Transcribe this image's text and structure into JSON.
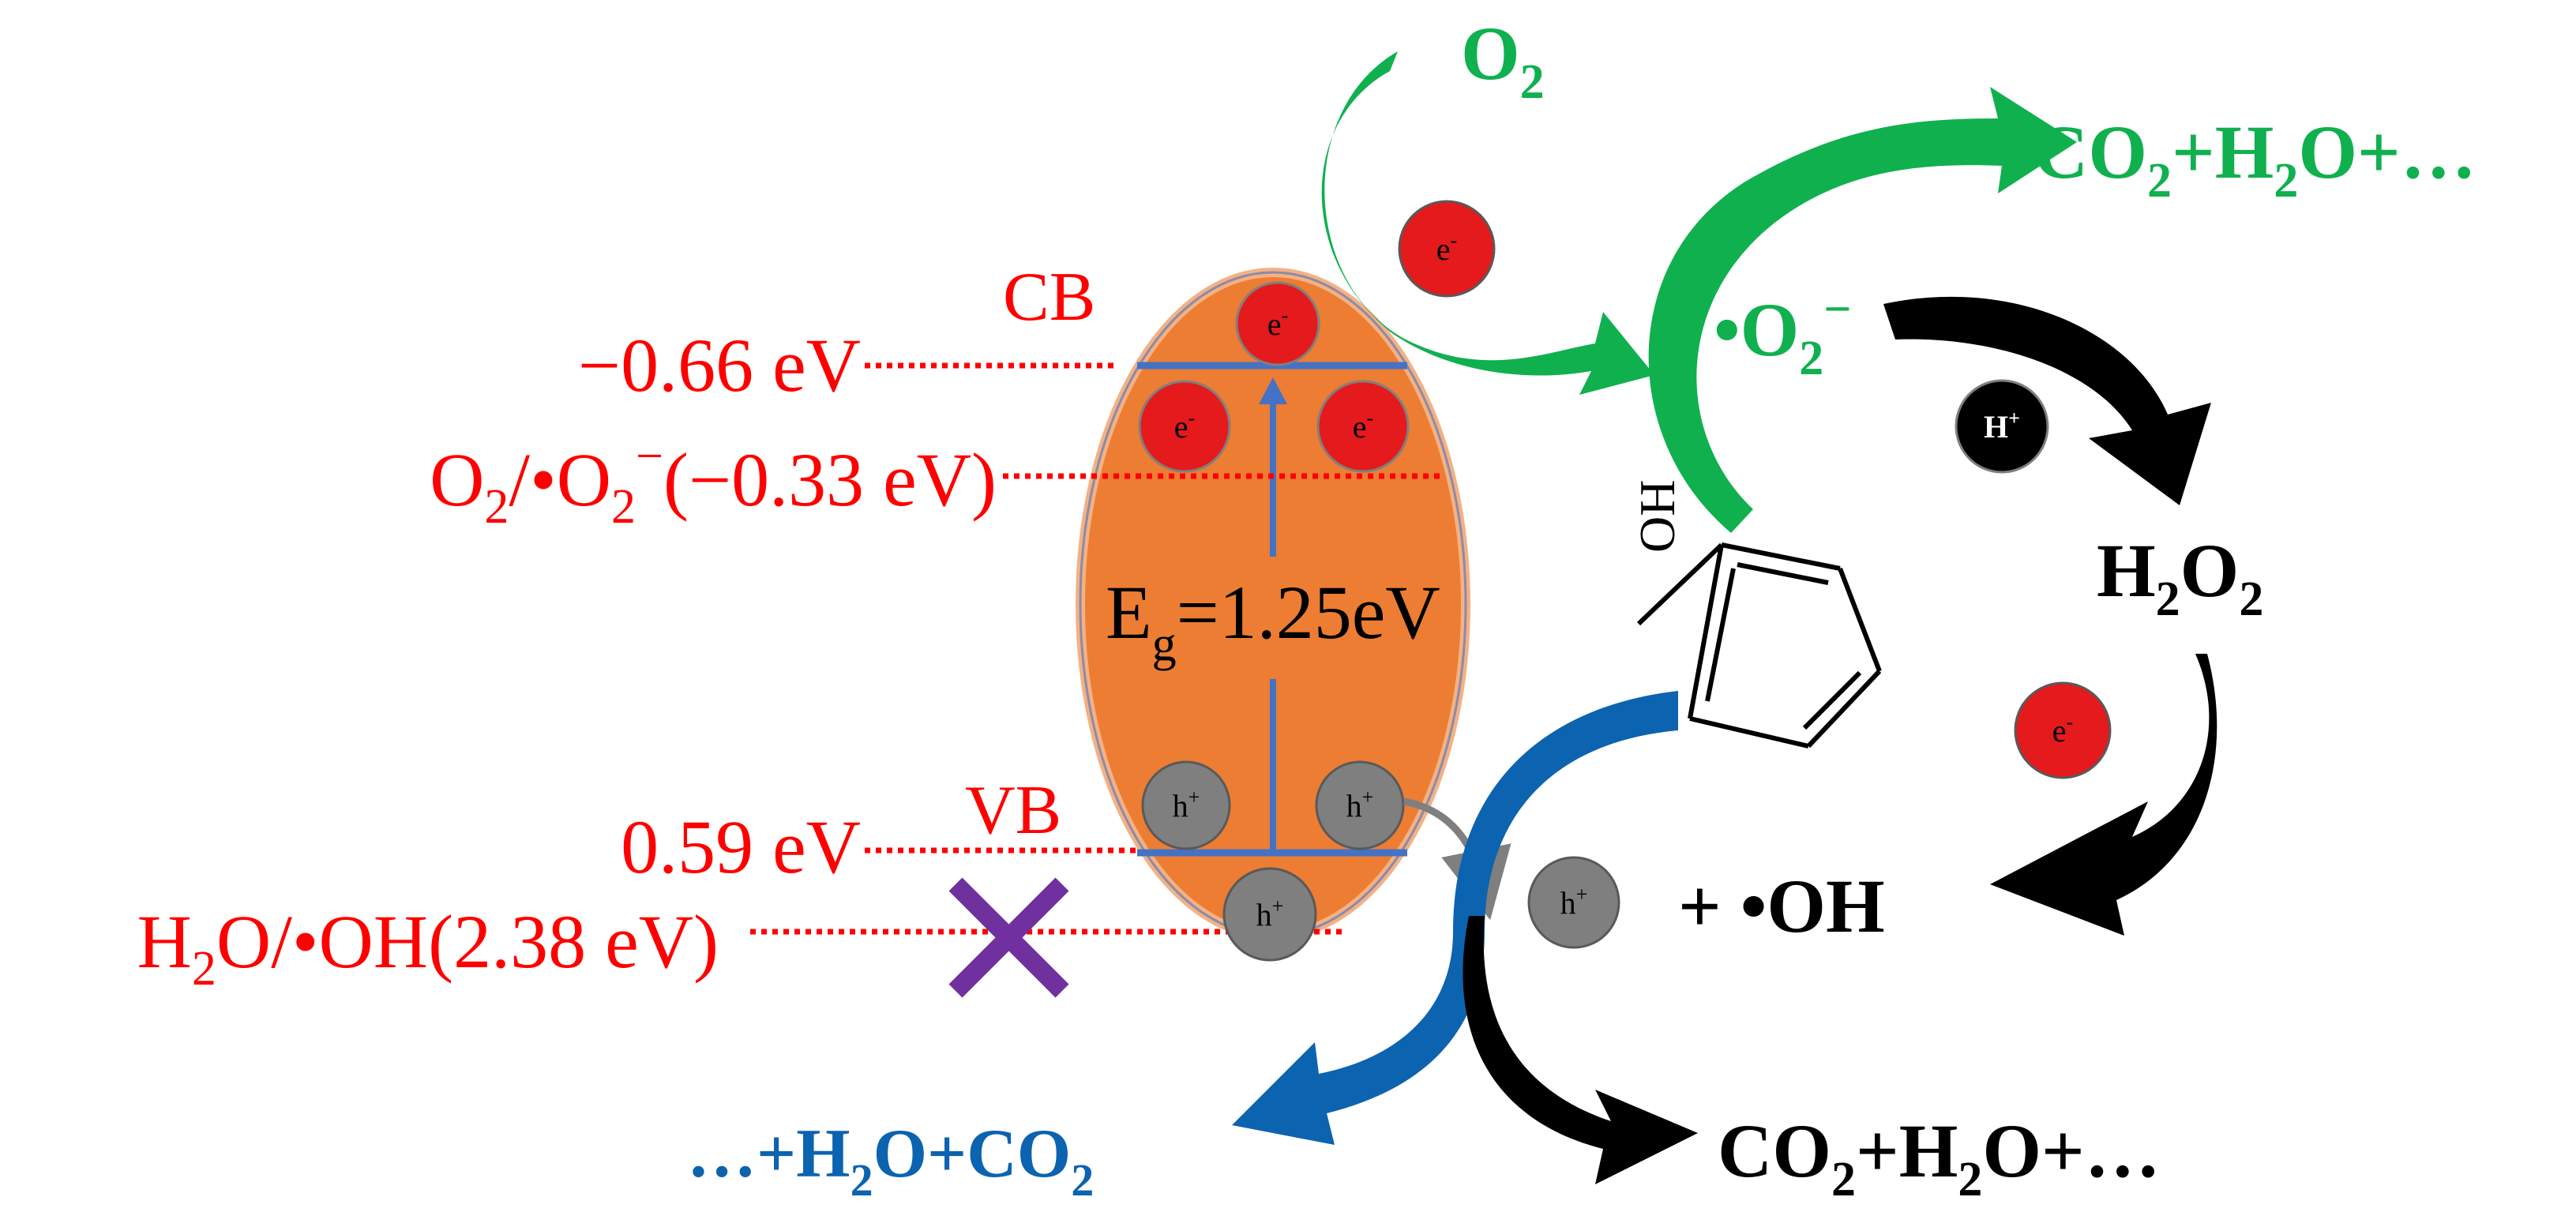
{
  "colors": {
    "red_label": "#ff0000",
    "green": "#10b04f",
    "blue": "#0c63b0",
    "black": "#000000",
    "orange_body": "#ec7d33",
    "band_line": "#4472c4",
    "electron": "#e41a1c",
    "hole": "#7f7f7f",
    "cross": "#7030a0"
  },
  "levels": {
    "cb_label": "CB",
    "vb_label": "VB",
    "cb_potential": "−0.66 eV",
    "vb_potential": "0.59 eV",
    "o2_couple": {
      "main": "O",
      "sub1": "2",
      "mid": "/•O",
      "sub2": "2",
      "sup": "−",
      "tail": "(−0.33 eV)"
    },
    "oh_couple": {
      "main": "H",
      "sub": "2",
      "tail": "O/•OH(2.38 eV)"
    }
  },
  "bandgap": {
    "main": "E",
    "sub": "g",
    "tail": "=1.25eV"
  },
  "carriers": {
    "electron": {
      "base": "e",
      "sup": "-"
    },
    "hole": {
      "base": "h",
      "sup": "+"
    },
    "proton": {
      "base": "H",
      "sup": "+"
    }
  },
  "species": {
    "o2": {
      "main": "O",
      "sub": "2"
    },
    "superoxide": {
      "pre": "•O",
      "sub": "2",
      "sup": "−"
    },
    "h2o2": {
      "a": "H",
      "sub1": "2",
      "b": "O",
      "sub2": "2"
    },
    "hydroxyl": "+ •OH",
    "phenol_oh": "OH"
  },
  "products": {
    "green": {
      "a": "CO",
      "sub1": "2",
      "b": "+H",
      "sub2": "2",
      "c": "O+…"
    },
    "black": {
      "a": "CO",
      "sub1": "2",
      "b": "+H",
      "sub2": "2",
      "c": "O+…"
    },
    "blue": {
      "a": "…+H",
      "sub1": "2",
      "b": "O+CO",
      "sub2": "2"
    }
  }
}
